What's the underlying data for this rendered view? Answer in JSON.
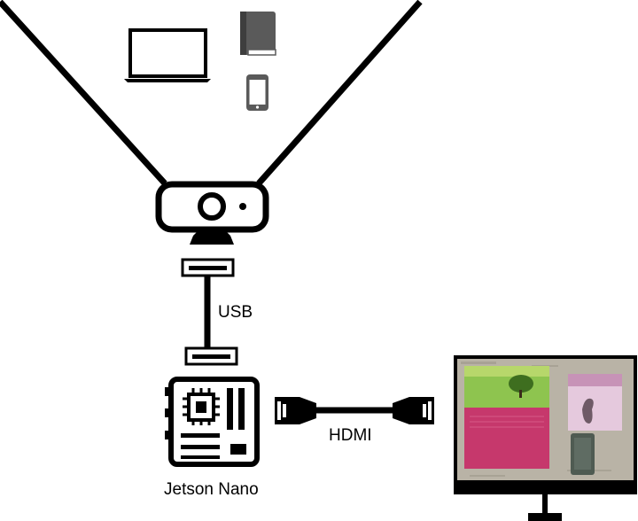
{
  "labels": {
    "usb": "USB",
    "hdmi": "HDMI",
    "jetson": "Jetson Nano"
  },
  "objects": [
    {
      "name": "laptop",
      "icon": "laptop-icon"
    },
    {
      "name": "book",
      "icon": "book-icon"
    },
    {
      "name": "phone",
      "icon": "phone-icon"
    }
  ],
  "colors": {
    "stroke": "#000000",
    "icon_gray": "#5a5a5a",
    "background": "#ffffff"
  }
}
